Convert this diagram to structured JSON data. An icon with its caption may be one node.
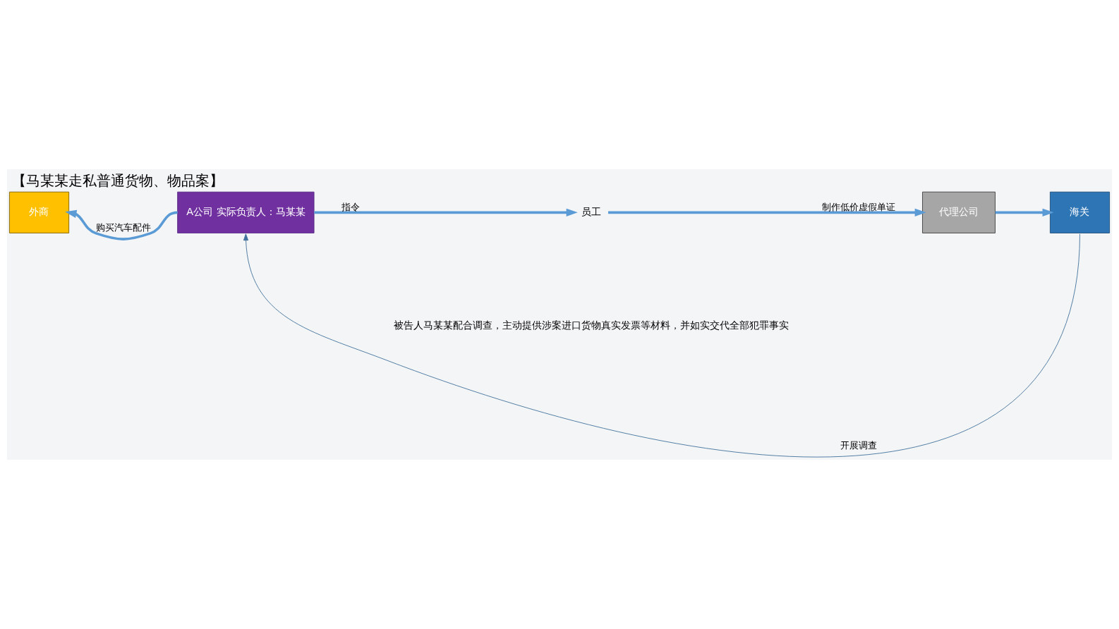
{
  "diagram": {
    "title": "【马某某走私普通货物、物品案】",
    "nodes": [
      {
        "text": [
          "外商"
        ]
      },
      {
        "text": [
          "A公司 实际负责人：马某某"
        ]
      },
      {
        "text": [
          "员工"
        ]
      },
      {
        "text": [
          "代理公司"
        ]
      },
      {
        "text": [
          "海关"
        ]
      }
    ],
    "edges": [
      {
        "from": 1,
        "to": 0,
        "arrow": "to",
        "label": "购买汽车配件"
      },
      {
        "from": 1,
        "to": 2,
        "arrow": "to",
        "label": "指令"
      },
      {
        "from": 2,
        "to": 3,
        "arrow": "to",
        "label": "制作低价虚假单证"
      },
      {
        "from": 3,
        "to": 4,
        "arrow": "to"
      },
      {
        "from": 4,
        "to": 1,
        "arrow": "to",
        "label": "开展调查",
        "color": "#41719c"
      }
    ],
    "labels": [
      "被告人马某某配合调查，主动提供涉案进口货物真实发票等材料，并如实交代全部犯罪事实"
    ]
  }
}
